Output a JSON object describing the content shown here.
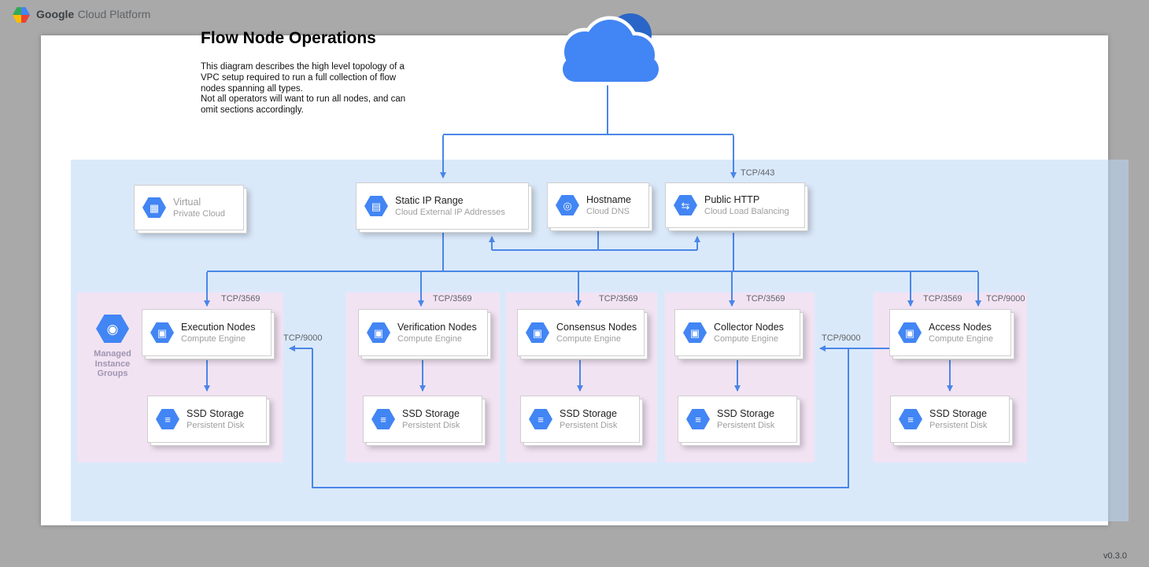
{
  "topbar": {
    "brand_bold": "Google",
    "brand_light": "Cloud Platform"
  },
  "title": "Flow Node Operations",
  "description": "This diagram describes the high level topology of a\nVPC setup required to run a full collection of flow\nnodes spanning all types.\nNot all operators will want to run all nodes, and can\nomit sections accordingly.",
  "version": "v0.3.0",
  "zone": {
    "vpc_card": {
      "line1": "Virtual",
      "line2": "Private Cloud"
    },
    "services": [
      {
        "title": "Static IP Range",
        "subtitle": "Cloud External IP Addresses"
      },
      {
        "title": "Hostname",
        "subtitle": "Cloud DNS"
      },
      {
        "title": "Public HTTP",
        "subtitle": "Cloud Load Balancing"
      }
    ],
    "mig": {
      "line1": "Managed",
      "line2": "Instance",
      "line3": "Groups"
    },
    "groups": [
      {
        "title": "Execution Nodes",
        "subtitle": "Compute Engine",
        "ssd_title": "SSD Storage",
        "ssd_subtitle": "Persistent Disk"
      },
      {
        "title": "Verification Nodes",
        "subtitle": "Compute Engine",
        "ssd_title": "SSD Storage",
        "ssd_subtitle": "Persistent Disk"
      },
      {
        "title": "Consensus Nodes",
        "subtitle": "Compute Engine",
        "ssd_title": "SSD Storage",
        "ssd_subtitle": "Persistent Disk"
      },
      {
        "title": "Collector Nodes",
        "subtitle": "Compute Engine",
        "ssd_title": "SSD Storage",
        "ssd_subtitle": "Persistent Disk"
      },
      {
        "title": "Access Nodes",
        "subtitle": "Compute Engine",
        "ssd_title": "SSD Storage",
        "ssd_subtitle": "Persistent Disk"
      }
    ]
  },
  "ports": {
    "https": "TCP/443",
    "node": "TCP/3569",
    "access": "TCP/9000"
  },
  "icons": {
    "vpc": "▦",
    "static_ip": "▤",
    "dns": "◎",
    "load_balancer": "⇆",
    "compute": "▣",
    "disk": "≡",
    "mig": "◉"
  },
  "colors": {
    "accent": "#4285f4",
    "connector": "#4a86e8",
    "cloud_dark": "#2a66c8",
    "zone_fill": "#daeafa",
    "group_fill": "#f2e3f3"
  }
}
